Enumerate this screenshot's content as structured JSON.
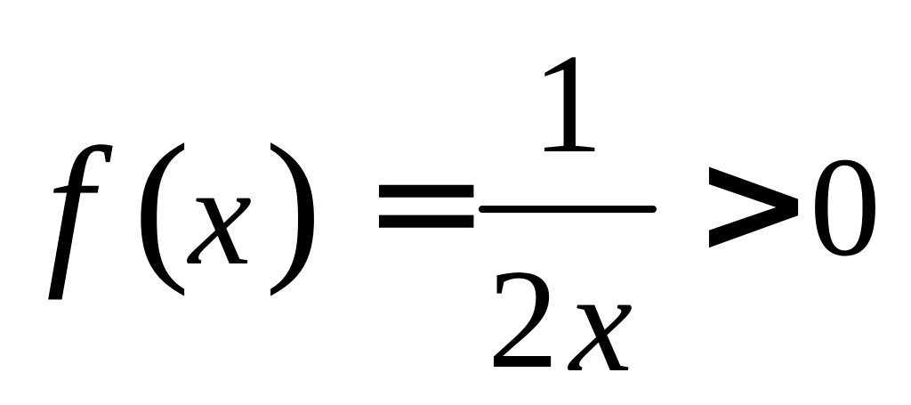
{
  "equation": {
    "function_name": "f",
    "open_paren": "(",
    "argument": "x",
    "close_paren": ")",
    "equals": "=",
    "numerator": "1",
    "denominator_coefficient": "2",
    "denominator_variable": "x",
    "relation": ">",
    "rhs": "0"
  }
}
